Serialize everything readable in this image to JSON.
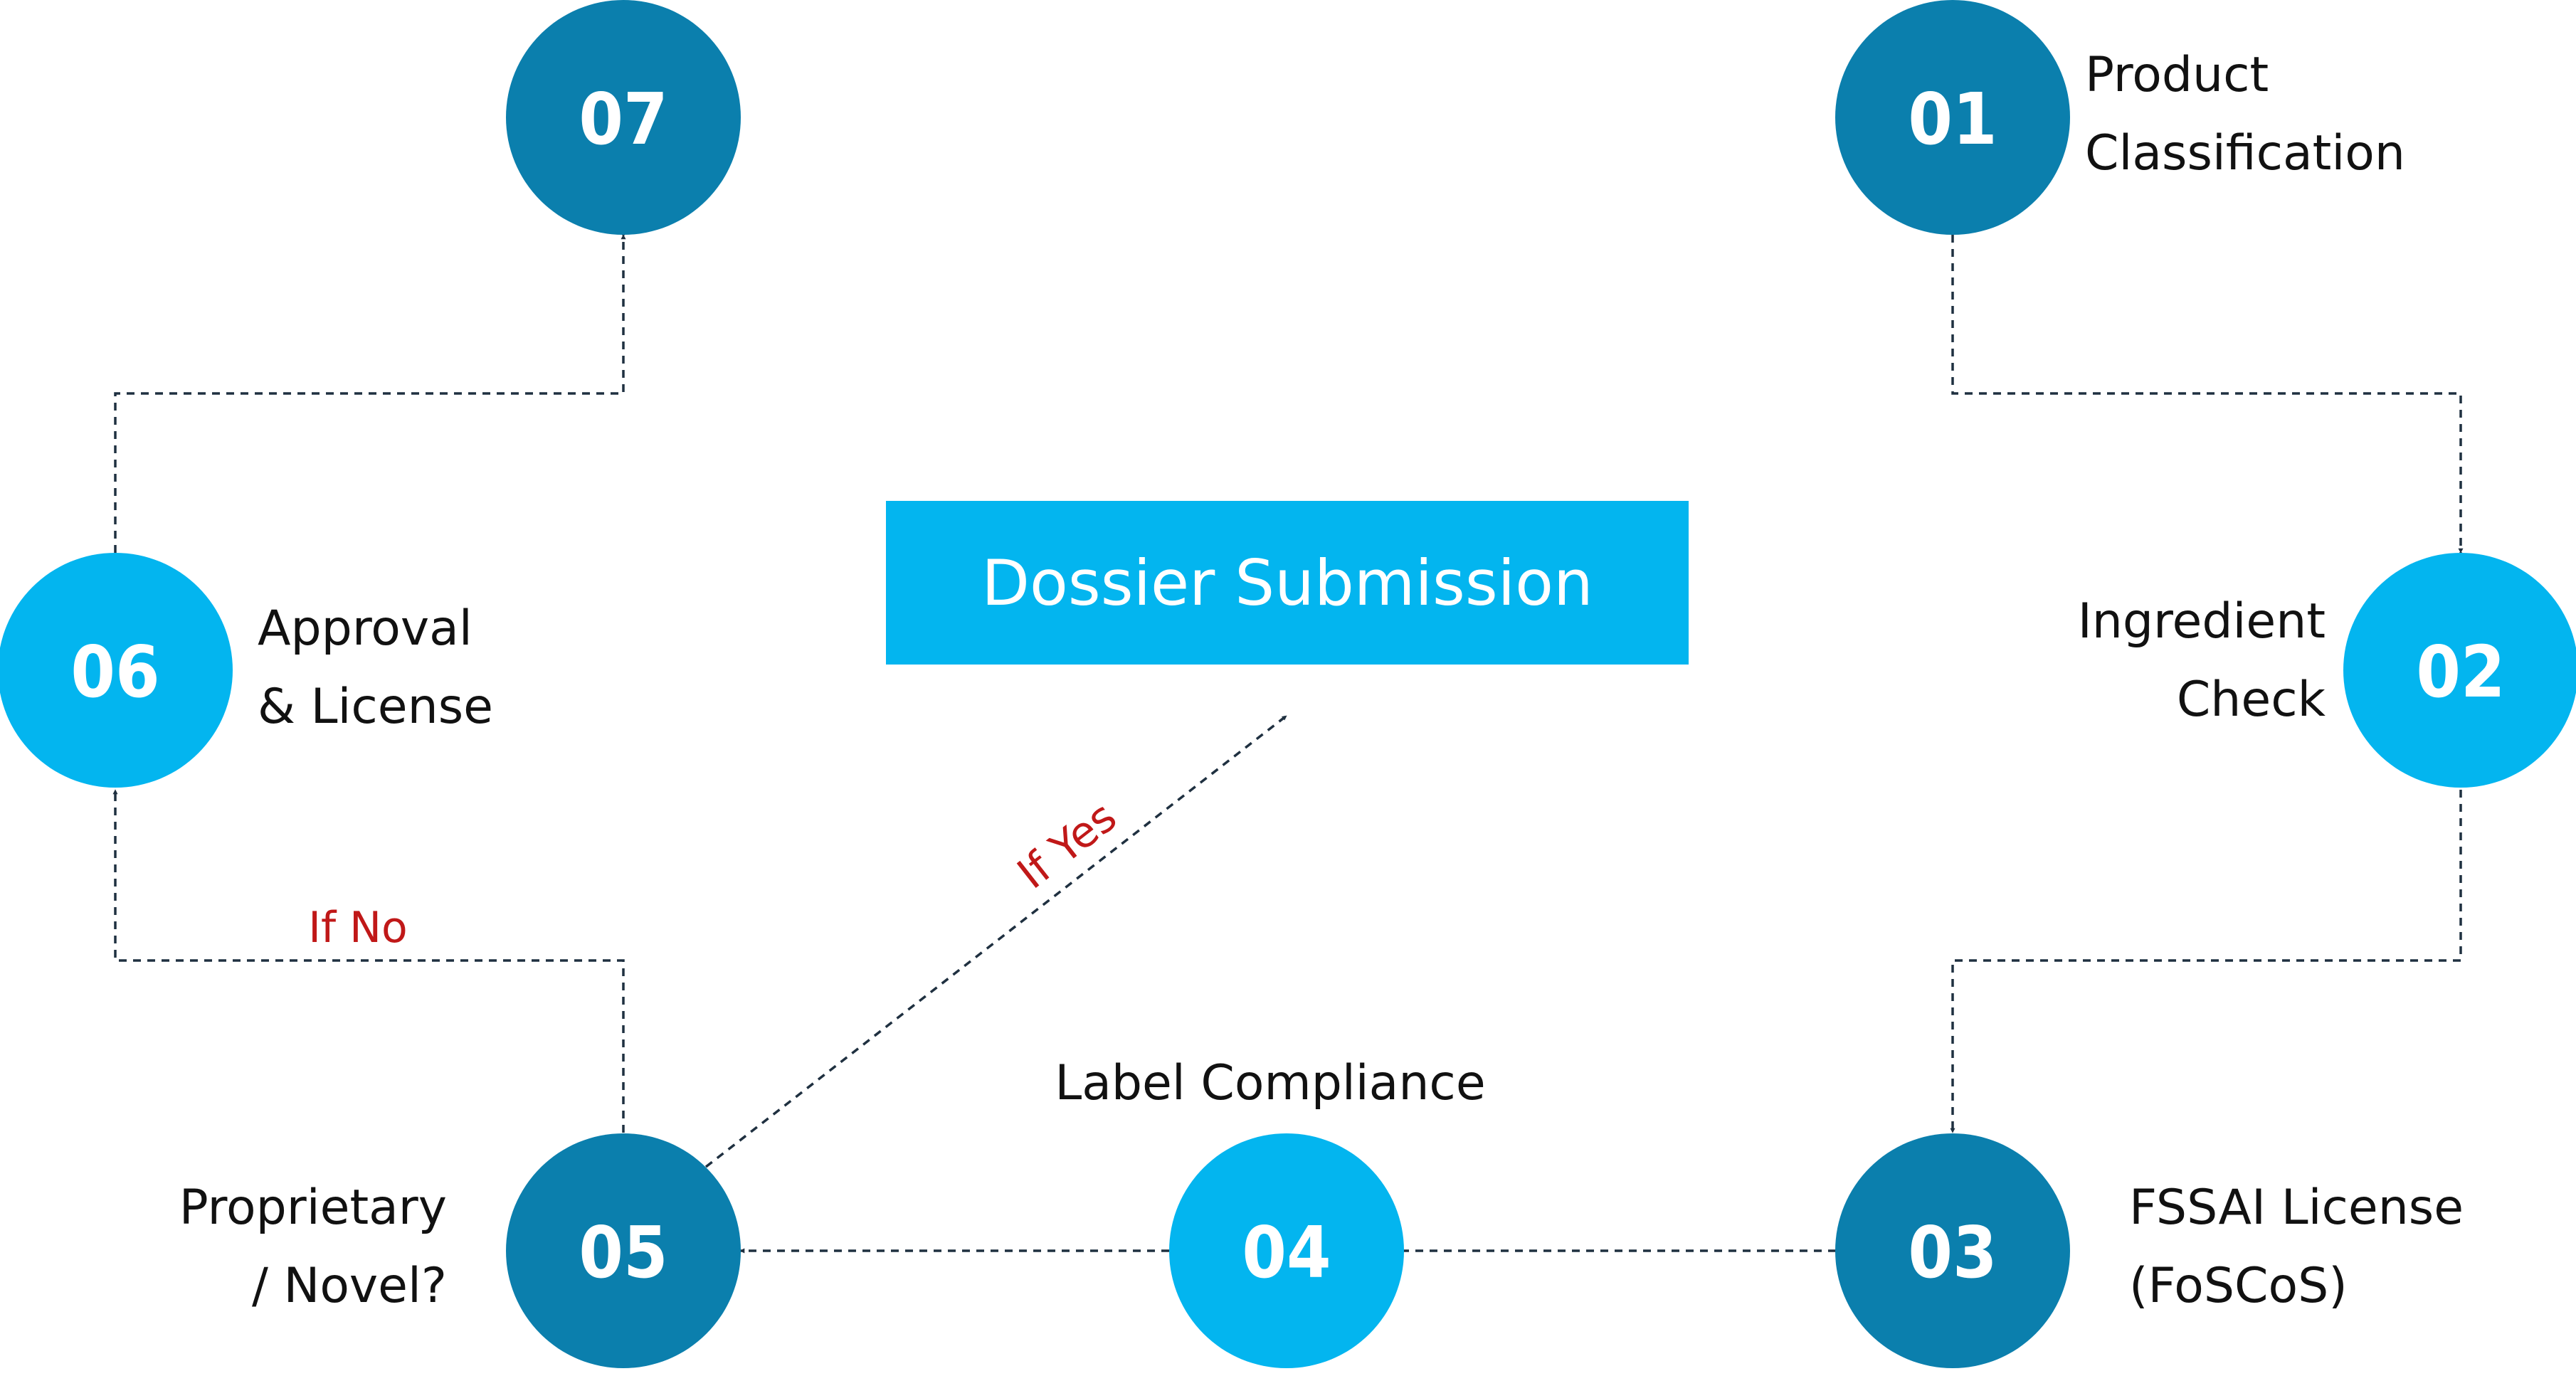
{
  "colors": {
    "dark_node": "#0b7fad",
    "light_node": "#03b5ef",
    "box": "#03b5ef",
    "connector": "#1f3040",
    "condition_text": "#c01818"
  },
  "center_box": {
    "label": "Dossier Submission"
  },
  "steps": [
    {
      "number": "01",
      "label_lines": [
        "Product",
        "Classification"
      ],
      "shade": "dark"
    },
    {
      "number": "02",
      "label_lines": [
        "Ingredient",
        "Check"
      ],
      "shade": "light"
    },
    {
      "number": "03",
      "label_lines": [
        "FSSAI License",
        "(FoSCoS)"
      ],
      "shade": "dark"
    },
    {
      "number": "04",
      "label_lines": [
        "Label Compliance"
      ],
      "shade": "light"
    },
    {
      "number": "05",
      "label_lines": [
        "Proprietary",
        "/ Novel?"
      ],
      "shade": "dark"
    },
    {
      "number": "06",
      "label_lines": [
        "Approval",
        "& License"
      ],
      "shade": "light"
    },
    {
      "number": "07",
      "label_lines": [],
      "shade": "dark"
    }
  ],
  "conditions": {
    "yes": "If Yes",
    "no": "If No"
  }
}
